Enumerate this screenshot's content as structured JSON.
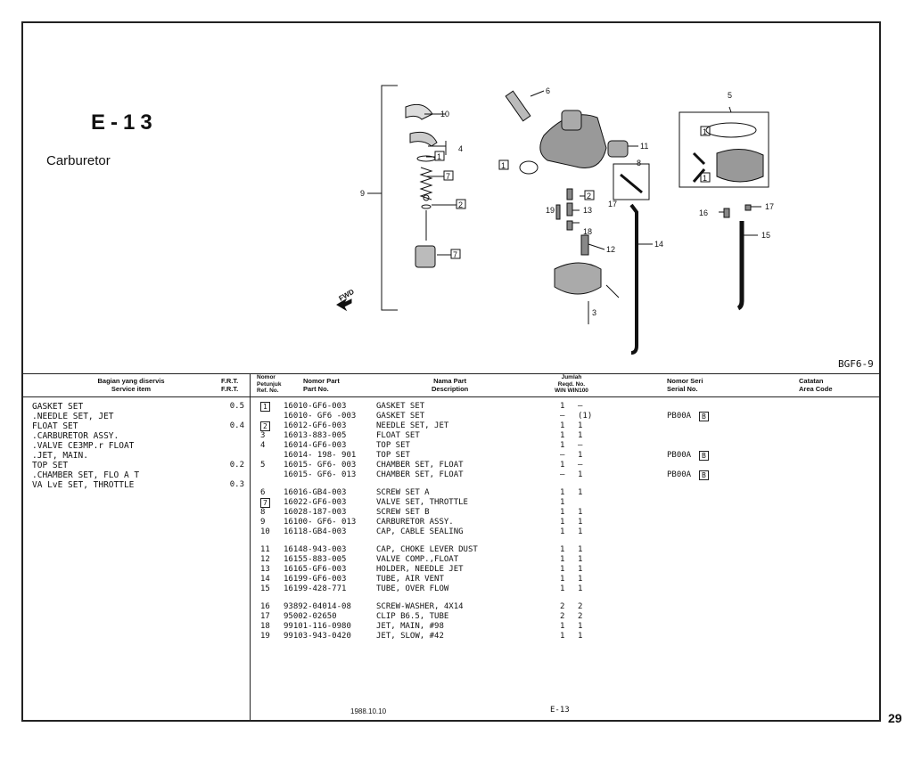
{
  "title": {
    "code": "E-13",
    "name": "Carburetor"
  },
  "drawing_code": "BGF6-9",
  "diagram": {
    "fwd_label": "FWD",
    "callouts": [
      "10",
      "4",
      "1",
      "7",
      "2",
      "9",
      "7",
      "6",
      "1",
      "11",
      "8",
      "17",
      "2",
      "19",
      "13",
      "18",
      "12",
      "14",
      "3",
      "5",
      "1",
      "1",
      "16",
      "17",
      "15"
    ]
  },
  "headers": {
    "service_item": "Bagian yang diservis\nService item",
    "frt": "F.R.T.\nF.R.T.",
    "ref_no": "Nomor\nPetunjuk\nRef. No.",
    "part_no": "Nomor Part\nPart No.",
    "description": "Nama Part\nDescription",
    "qty": "Jumlah\nReqd. No.\nWIN WIN100",
    "serial": "Nomor Seri\nSerial No.",
    "area": "Catatan\nArea Code"
  },
  "service_items": [
    {
      "label": "GASKET SET",
      "frt": "0.5"
    },
    {
      "label": ".NEEDLE SET, JET",
      "frt": ""
    },
    {
      "label": "FLOAT SET",
      "frt": "0.4"
    },
    {
      "label": ".CARBURETOR ASSY.",
      "frt": ""
    },
    {
      "label": ".VALVE CE3MP.r FLOAT",
      "frt": ""
    },
    {
      "label": ".JET, MAIN.",
      "frt": ""
    },
    {
      "label": "TOP SET",
      "frt": "0.2"
    },
    {
      "label": ".CHAMBER SET, FLO A T",
      "frt": ""
    },
    {
      "label": "VA LvE SET, THROTTLE",
      "frt": "0.3"
    }
  ],
  "parts": [
    {
      "ref": "1",
      "boxed": true,
      "part": "16010-GF6-003",
      "desc": "GASKET SET",
      "q1": "1",
      "q2": "—",
      "serial": "",
      "serial_box": ""
    },
    {
      "ref": "",
      "boxed": false,
      "part": "16010- GF6 -003",
      "desc": "GASKET SET",
      "q1": "—",
      "q2": "(1)",
      "serial": "PB00A",
      "serial_box": "B"
    },
    {
      "ref": "2",
      "boxed": true,
      "part": "16012-GF6-003",
      "desc": "NEEDLE SET, JET",
      "q1": "1",
      "q2": "1",
      "serial": "",
      "serial_box": ""
    },
    {
      "ref": "3",
      "boxed": false,
      "part": "16013-883-005",
      "desc": "FLOAT SET",
      "q1": "1",
      "q2": "1",
      "serial": "",
      "serial_box": ""
    },
    {
      "ref": "4",
      "boxed": false,
      "part": "16014-GF6-003",
      "desc": "TOP SET",
      "q1": "1",
      "q2": "—",
      "serial": "",
      "serial_box": ""
    },
    {
      "ref": "",
      "boxed": false,
      "part": "16014- 198- 901",
      "desc": "TOP SET",
      "q1": "—",
      "q2": "1",
      "serial": "PB00A",
      "serial_box": "B"
    },
    {
      "ref": "5",
      "boxed": false,
      "part": "16015- GF6- 003",
      "desc": "CHAMBER SET, FLOAT",
      "q1": "1",
      "q2": "—",
      "serial": "",
      "serial_box": ""
    },
    {
      "ref": "",
      "boxed": false,
      "part": "16015- GF6- 013",
      "desc": "CHAMBER SET, FLOAT",
      "q1": "—",
      "q2": "1",
      "serial": "PB00A",
      "serial_box": "B"
    },
    {
      "ref": "6",
      "boxed": false,
      "part": "16016-GB4-003",
      "desc": "SCREW SET A",
      "q1": "1",
      "q2": "1",
      "serial": "",
      "serial_box": ""
    },
    {
      "ref": "7",
      "boxed": true,
      "part": "16022-GF6-003",
      "desc": "VALVE SET, THROTTLE",
      "q1": "1",
      "q2": "",
      "serial": "",
      "serial_box": ""
    },
    {
      "ref": "8",
      "boxed": false,
      "part": "16028-187-003",
      "desc": "SCREW SET B",
      "q1": "1",
      "q2": "1",
      "serial": "",
      "serial_box": ""
    },
    {
      "ref": "9",
      "boxed": false,
      "part": "16100- GF6- 013",
      "desc": "CARBURETOR ASSY.",
      "q1": "1",
      "q2": "1",
      "serial": "",
      "serial_box": ""
    },
    {
      "ref": "10",
      "boxed": false,
      "part": "16118-GB4-003",
      "desc": "CAP, CABLE SEALING",
      "q1": "1",
      "q2": "1",
      "serial": "",
      "serial_box": ""
    },
    {
      "ref": "11",
      "boxed": false,
      "part": "16148-943-003",
      "desc": "CAP, CHOKE LEVER DUST",
      "q1": "1",
      "q2": "1",
      "serial": "",
      "serial_box": ""
    },
    {
      "ref": "12",
      "boxed": false,
      "part": "16155-883-005",
      "desc": "VALVE COMP.,FLOAT",
      "q1": "1",
      "q2": "1",
      "serial": "",
      "serial_box": ""
    },
    {
      "ref": "13",
      "boxed": false,
      "part": "16165-GF6-003",
      "desc": "HOLDER, NEEDLE JET",
      "q1": "1",
      "q2": "1",
      "serial": "",
      "serial_box": ""
    },
    {
      "ref": "14",
      "boxed": false,
      "part": "16199-GF6-003",
      "desc": "TUBE, AIR VENT",
      "q1": "1",
      "q2": "1",
      "serial": "",
      "serial_box": ""
    },
    {
      "ref": "15",
      "boxed": false,
      "part": "16199-428-771",
      "desc": "TUBE, OVER FLOW",
      "q1": "1",
      "q2": "1",
      "serial": "",
      "serial_box": ""
    },
    {
      "ref": "16",
      "boxed": false,
      "part": "93892-04014-08",
      "desc": "SCREW-WASHER, 4X14",
      "q1": "2",
      "q2": "2",
      "serial": "",
      "serial_box": ""
    },
    {
      "ref": "17",
      "boxed": false,
      "part": "95002-02650",
      "desc": "CLIP B6.5, TUBE",
      "q1": "2",
      "q2": "2",
      "serial": "",
      "serial_box": ""
    },
    {
      "ref": "18",
      "boxed": false,
      "part": "99101-116-0980",
      "desc": "JET, MAIN, #98",
      "q1": "1",
      "q2": "1",
      "serial": "",
      "serial_box": ""
    },
    {
      "ref": "19",
      "boxed": false,
      "part": "99103-943-0420",
      "desc": "JET, SLOW, #42",
      "q1": "1",
      "q2": "1",
      "serial": "",
      "serial_box": ""
    }
  ],
  "footer": {
    "date": "1988.10.10",
    "section": "E-13",
    "page": "29"
  }
}
